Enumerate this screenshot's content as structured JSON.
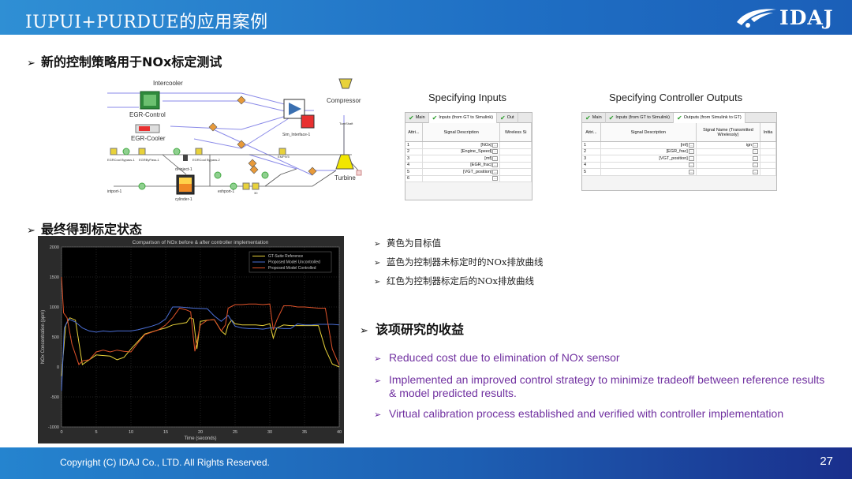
{
  "header": {
    "title": "IUPUI+PURDUE的应用案例",
    "logo_text": "IDAJ"
  },
  "section1": {
    "label": "新的控制策略用于NOx标定测试"
  },
  "schematic": {
    "labels": {
      "intercooler": "Intercooler",
      "egr_control": "EGR-Control",
      "egr_cooler": "EGR-Cooler",
      "compressor": "Compressor",
      "turbine": "Turbine",
      "sim_interface": "Sim_Interface-1",
      "cylinder": "cylinder-1",
      "di_inject": "di-inject-1",
      "intport": "intport-1",
      "exhport": "exhport-1",
      "turbshaft": "TurbShaft",
      "small_1": "EGRCool Bypass-1",
      "small_2": "EGRByPass-1",
      "small_3": "EGRCool Bypass-2",
      "small_4": "EMPIV5",
      "small_5": "30"
    }
  },
  "inputs_table": {
    "caption": "Specifying Inputs",
    "tabs": [
      "Main",
      "Inputs (from GT to Simulink)",
      "Out"
    ],
    "headers": [
      "Attri...",
      "Signal Description",
      "Wireless Si"
    ],
    "rows": [
      {
        "n": "1",
        "v": "[NOx]"
      },
      {
        "n": "2",
        "v": "[Engine_Speed]"
      },
      {
        "n": "3",
        "v": "[mf]"
      },
      {
        "n": "4",
        "v": "[EGR_frac]"
      },
      {
        "n": "5",
        "v": "[VGT_position]"
      },
      {
        "n": "6",
        "v": ""
      }
    ]
  },
  "outputs_table": {
    "caption": "Specifying Controller Outputs",
    "tabs": [
      "Main",
      "Inputs (from GT to Simulink)",
      "Outputs (from Simulink to GT)"
    ],
    "headers": [
      "Attri...",
      "Signal Description",
      "Signal Name (Transmitted Wirelessly)",
      "Initia"
    ],
    "rows": [
      {
        "n": "1",
        "v": "[mf]",
        "w": "ign"
      },
      {
        "n": "2",
        "v": "[EGR_frac]",
        "w": ""
      },
      {
        "n": "3",
        "v": "[VGT_position]",
        "w": ""
      },
      {
        "n": "4",
        "v": "",
        "w": ""
      },
      {
        "n": "5",
        "v": "",
        "w": ""
      }
    ]
  },
  "section2": {
    "label": "最终得到标定状态"
  },
  "chart_data": {
    "type": "line",
    "title": "Comparison of NOx before & after controller implementation",
    "xlabel": "Time (seconds)",
    "ylabel": "NOx Concentration (ppm)",
    "xlim": [
      0,
      40
    ],
    "ylim": [
      -1000,
      2000
    ],
    "xticks": [
      0,
      5,
      10,
      15,
      20,
      25,
      30,
      35,
      40
    ],
    "yticks": [
      -1000,
      -500,
      0,
      500,
      1000,
      1500,
      2000
    ],
    "grid": true,
    "legend_position": "top-right",
    "series": [
      {
        "name": "GT-Suite Reference",
        "color": "#e8d23a",
        "x": [
          0,
          0.6,
          1.2,
          2,
          3,
          5,
          7,
          8,
          9,
          10,
          12,
          14,
          15,
          16,
          17,
          18,
          18.5,
          19,
          19.5,
          20,
          21,
          22,
          23,
          23.6,
          24,
          24.5,
          25,
          26,
          27,
          28,
          29,
          30,
          30.5,
          31,
          32,
          33,
          34,
          35,
          36,
          37,
          38,
          39,
          40
        ],
        "y": [
          -150,
          700,
          820,
          780,
          40,
          200,
          180,
          120,
          160,
          300,
          550,
          620,
          650,
          700,
          720,
          740,
          820,
          800,
          300,
          760,
          780,
          790,
          600,
          540,
          700,
          780,
          720,
          700,
          700,
          700,
          690,
          720,
          480,
          650,
          700,
          690,
          690,
          690,
          690,
          690,
          300,
          50,
          0
        ]
      },
      {
        "name": "Proposed Model Uncontrolled",
        "color": "#4b6fd6",
        "x": [
          0,
          0.4,
          1,
          2,
          3,
          4,
          5,
          6,
          7,
          8,
          9,
          10,
          11,
          12,
          13,
          14,
          15,
          16,
          17,
          18,
          19,
          20,
          21,
          22,
          23,
          24,
          25,
          26,
          27,
          28,
          29,
          30,
          31,
          32,
          33,
          34,
          35,
          36,
          37,
          38,
          39,
          40
        ],
        "y": [
          -400,
          650,
          800,
          750,
          650,
          600,
          580,
          600,
          590,
          600,
          600,
          600,
          620,
          650,
          680,
          720,
          800,
          1000,
          1000,
          990,
          980,
          975,
          970,
          850,
          760,
          860,
          680,
          650,
          640,
          640,
          630,
          650,
          650,
          640,
          640,
          720,
          700,
          700,
          710,
          710,
          710,
          700
        ]
      },
      {
        "name": "Proposed Model Controlled",
        "color": "#e0532a",
        "x": [
          0,
          0.3,
          0.8,
          1.5,
          2.5,
          3,
          4,
          5,
          6,
          7,
          8,
          9,
          10,
          11,
          12,
          13,
          14,
          15,
          16,
          17,
          18,
          18.6,
          19.2,
          20,
          21,
          22,
          23,
          23.6,
          24,
          25,
          26,
          27,
          28,
          29,
          30,
          30.5,
          31,
          32,
          33,
          34,
          35,
          36,
          37,
          38,
          39,
          40
        ],
        "y": [
          1500,
          900,
          820,
          380,
          40,
          100,
          120,
          250,
          280,
          250,
          280,
          260,
          250,
          400,
          540,
          580,
          620,
          700,
          820,
          980,
          950,
          920,
          260,
          700,
          780,
          790,
          600,
          700,
          980,
          1040,
          1040,
          1050,
          1050,
          1040,
          1050,
          620,
          780,
          1020,
          1020,
          1000,
          1000,
          990,
          980,
          980,
          300,
          30
        ]
      }
    ]
  },
  "notes_cn": [
    "黄色为目标值",
    "蓝色为控制器未标定时的NOx排放曲线",
    "红色为控制器标定后的NOx排放曲线"
  ],
  "section3": {
    "label": "该项研究的收益"
  },
  "benefits": [
    "Reduced cost due to elimination of NOx sensor",
    "Implemented an improved control strategy to minimize tradeoff between reference results & model predicted results.",
    "Virtual calibration process established and verified with controller implementation"
  ],
  "footer": {
    "copyright": "Copyright (C)  IDAJ Co., LTD. All Rights Reserved.",
    "page_number": "27"
  },
  "colors": {
    "header_blue": "#2f8fd4",
    "footer_blue": "#1d5fb3",
    "benefit_text": "#7030a0",
    "chart_bg": "#2b2b2b"
  }
}
